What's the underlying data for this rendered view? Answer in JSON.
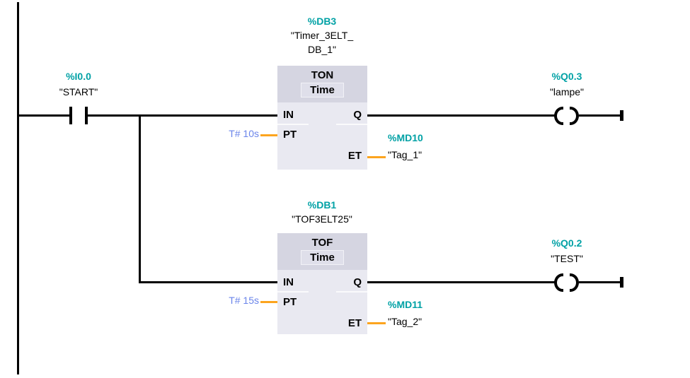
{
  "colors": {
    "teal": "#00A1A5",
    "blue": "#6A84EA",
    "orange": "#FCA41E",
    "wire": "#000000",
    "hdr": "#D5D5E1",
    "body": "#E9E9F1"
  },
  "rungs": [
    {
      "contact": {
        "operand": "%I0.0",
        "tag": "\"START\""
      },
      "timer": {
        "db_operand": "%DB3",
        "db_name_line1": "\"Timer_3ELT_",
        "db_name_line2": "DB_1\"",
        "block_type": "TON",
        "data_type": "Time",
        "in_label": "IN",
        "pt_label": "PT",
        "q_label": "Q",
        "et_label": "ET",
        "pt_value": "T# 10s",
        "et_operand": "%MD10",
        "et_tag": "\"Tag_1\""
      },
      "coil": {
        "operand": "%Q0.3",
        "tag": "\"lampe\""
      }
    },
    {
      "timer": {
        "db_operand": "%DB1",
        "db_name": "\"TOF3ELT25\"",
        "block_type": "TOF",
        "data_type": "Time",
        "in_label": "IN",
        "pt_label": "PT",
        "q_label": "Q",
        "et_label": "ET",
        "pt_value": "T# 15s",
        "et_operand": "%MD11",
        "et_tag": "\"Tag_2\""
      },
      "coil": {
        "operand": "%Q0.2",
        "tag": "\"TEST\""
      }
    }
  ]
}
